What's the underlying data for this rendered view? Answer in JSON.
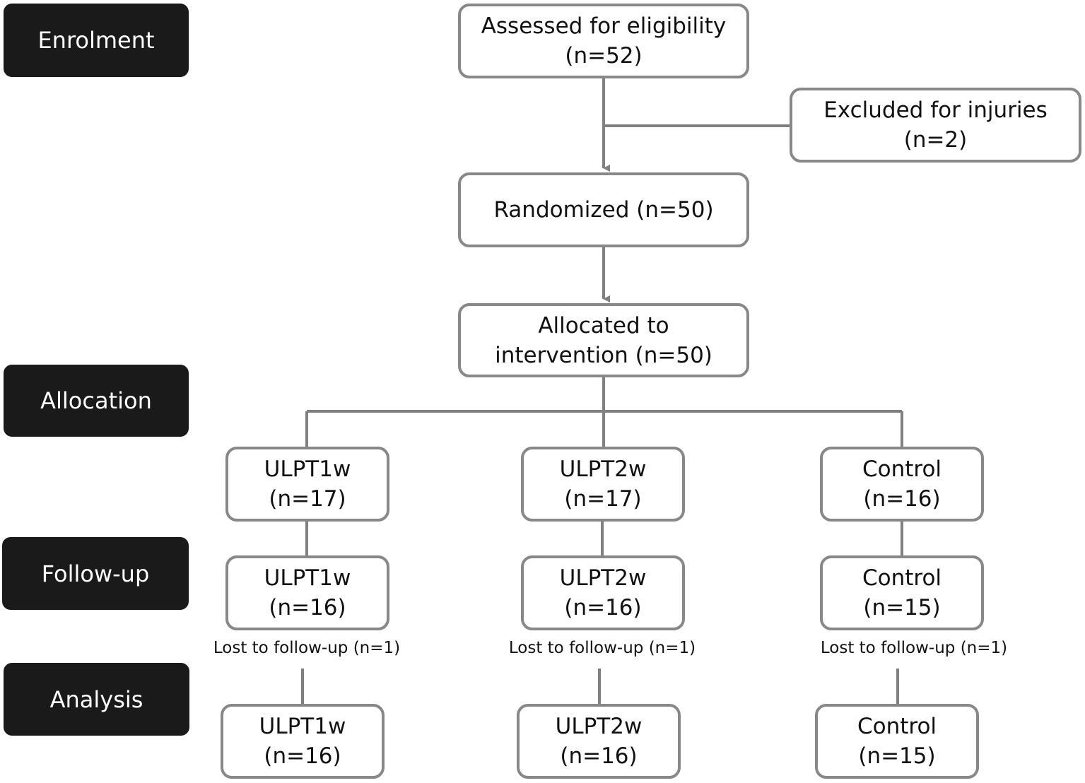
{
  "stages": {
    "enrolment": "Enrolment",
    "allocation": "Allocation",
    "follow_up": "Follow-up",
    "analysis": "Analysis"
  },
  "assessed": {
    "label": "Assessed for eligibility",
    "n": "(n=52)"
  },
  "excluded": {
    "label": "Excluded for injuries",
    "n": "(n=2)"
  },
  "randomized": {
    "label": "Randomized (n=50)"
  },
  "allocated": {
    "line1": "Allocated to",
    "line2": "intervention (n=50)"
  },
  "groups": [
    {
      "allocation": {
        "label": "ULPT1w",
        "n": "(n=17)"
      },
      "follow_up": {
        "label": "ULPT1w",
        "n": "(n=16)"
      },
      "lost": "Lost to follow-up (n=1)",
      "analysis": {
        "label": "ULPT1w",
        "n": "(n=16)"
      }
    },
    {
      "allocation": {
        "label": "ULPT2w",
        "n": "(n=17)"
      },
      "follow_up": {
        "label": "ULPT2w",
        "n": "(n=16)"
      },
      "lost": "Lost to follow-up (n=1)",
      "analysis": {
        "label": "ULPT2w",
        "n": "(n=16)"
      }
    },
    {
      "allocation": {
        "label": "Control",
        "n": "(n=16)"
      },
      "follow_up": {
        "label": "Control",
        "n": "(n=15)"
      },
      "lost": "Lost to follow-up (n=1)",
      "analysis": {
        "label": "Control",
        "n": "(n=15)"
      }
    }
  ],
  "colors": {
    "stage_bg": "#1a1a1a",
    "box_border": "#888888",
    "connector": "#808080"
  }
}
